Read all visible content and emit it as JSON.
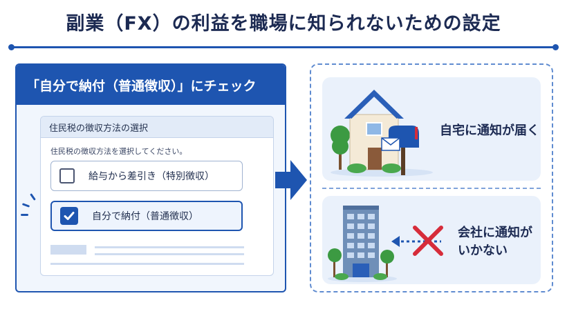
{
  "title": "副業（FX）の利益を職場に知られないための設定",
  "left_panel": {
    "header": "「自分で納付（普通徴収）」にチェック",
    "form_title": "住民税の徴収方法の選択",
    "form_hint": "住民税の徴収方法を選択してください。",
    "options": [
      {
        "label": "給与から差引き（特別徴収）",
        "checked": false
      },
      {
        "label": "自分で納付（普通徴収）",
        "checked": true
      }
    ]
  },
  "right_panel": {
    "home_text": "自宅に通知が届く",
    "company_text_line1": "会社に通知が",
    "company_text_line2": "いかない"
  },
  "colors": {
    "accent": "#1e55b0",
    "cross": "#d62c3a",
    "tree": "#3c9a42"
  },
  "icons": [
    "check-icon",
    "right-arrow-icon",
    "house-icon",
    "mailbox-icon",
    "envelope-icon",
    "office-building-icon",
    "dotted-arrow-icon",
    "cross-icon",
    "tree-icon"
  ]
}
